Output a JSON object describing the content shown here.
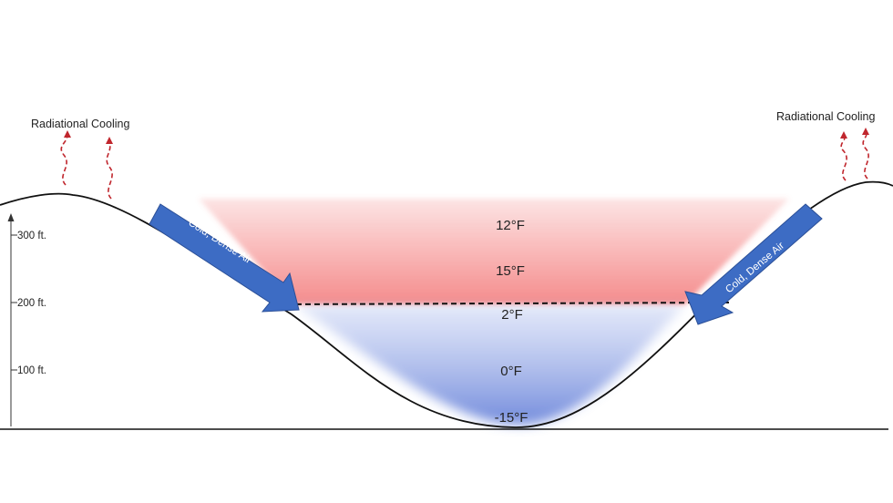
{
  "radiational_cooling_left": "Radiational Cooling",
  "radiational_cooling_right": "Radiational Cooling",
  "arrow_label_left": "Cold, Dense Air",
  "arrow_label_right": "Cold, Dense Air",
  "altitude_labels": [
    "300 ft.",
    "200 ft.",
    "100 ft."
  ],
  "warm_layer_temps": [
    "12°F",
    "15°F"
  ],
  "cold_layer_temps": [
    "2°F",
    "0°F",
    "-15°F"
  ],
  "colors": {
    "warm": "#f26b6b",
    "cold": "#7f95e0",
    "arrow": "#3d6cc4",
    "heat_wave": "#c0262d",
    "terrain": "#111111"
  }
}
